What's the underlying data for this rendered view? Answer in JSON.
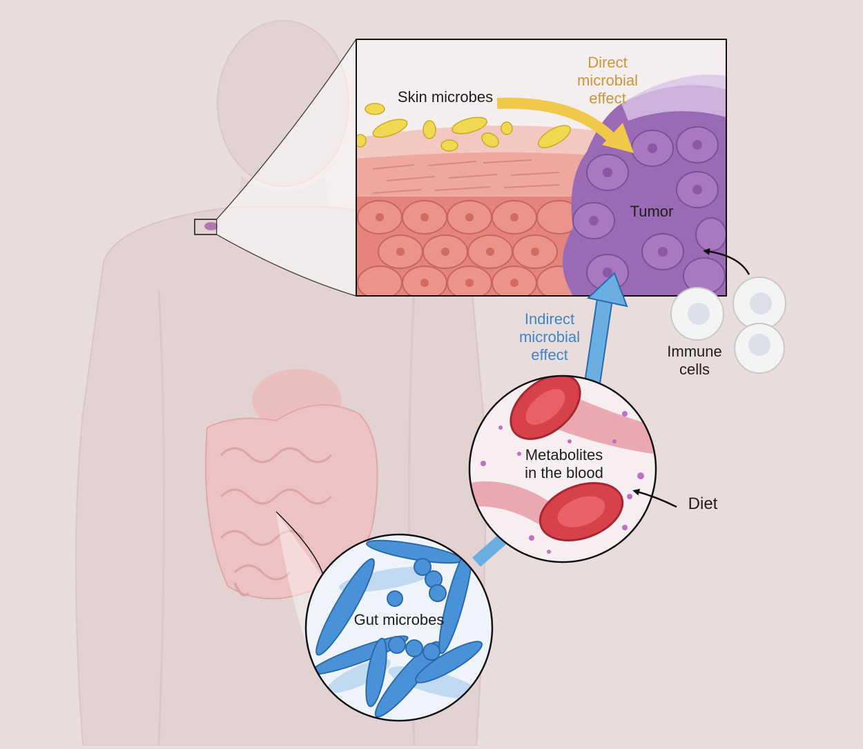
{
  "labels": {
    "skin_microbes": "Skin microbes",
    "direct_effect": "Direct\nmicrobial\neffect",
    "tumor": "Tumor",
    "immune_cells": "Immune\ncells",
    "indirect_effect": "Indirect\nmicrobial\neffect",
    "metabolites": "Metabolites\nin the blood",
    "diet": "Diet",
    "gut_microbes": "Gut microbes"
  },
  "colors": {
    "background": "#e8dcdc",
    "body_silhouette": "#e2d2d2",
    "skin_cells": "#e4847c",
    "tumor": "#9a6ab4",
    "skin_microbes": "#f0d850",
    "direct_arrow": "#f0c84a",
    "indirect_arrow": "#6aaee2",
    "gut_microbes": "#4a92d8",
    "red_blood_cells": "#d8404a",
    "metabolite_dots": "#c070c0",
    "immune_cells": "#f4f4f4",
    "intestine": "#f0b8b8"
  }
}
